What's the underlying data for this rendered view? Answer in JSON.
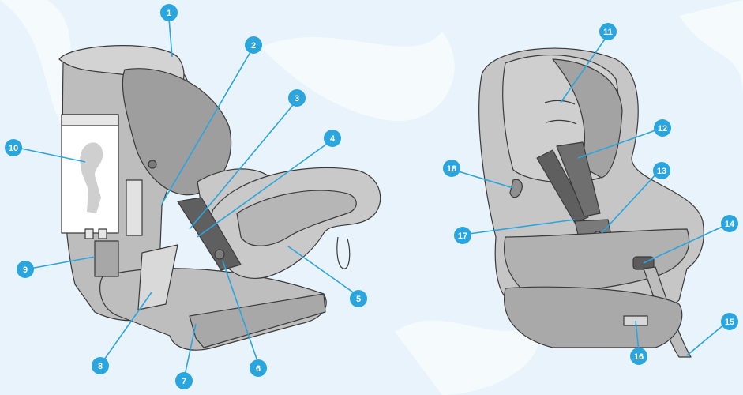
{
  "diagram": {
    "accent_color": "#2aa5dd",
    "background_color": "#e9f3fb",
    "seat_colors": {
      "light": "#d3d3d3",
      "mid": "#bfbfbf",
      "dark": "#9e9e9e",
      "outline": "#3a3a3a"
    },
    "callouts": [
      {
        "number": "1",
        "points_to": "headrest top"
      },
      {
        "number": "2",
        "points_to": "side guide"
      },
      {
        "number": "3",
        "points_to": "belt guide"
      },
      {
        "number": "4",
        "points_to": "belt path"
      },
      {
        "number": "5",
        "points_to": "impact shield"
      },
      {
        "number": "6",
        "points_to": "lock"
      },
      {
        "number": "7",
        "points_to": "base"
      },
      {
        "number": "8",
        "points_to": "side panel"
      },
      {
        "number": "9",
        "points_to": "storage pocket"
      },
      {
        "number": "10",
        "points_to": "instruction label"
      },
      {
        "number": "11",
        "points_to": "headrest"
      },
      {
        "number": "12",
        "points_to": "shoulder pad"
      },
      {
        "number": "13",
        "points_to": "buckle"
      },
      {
        "number": "14",
        "points_to": "harness adjuster"
      },
      {
        "number": "15",
        "points_to": "adjuster strap"
      },
      {
        "number": "16",
        "points_to": "recline handle"
      },
      {
        "number": "17",
        "points_to": "harness"
      },
      {
        "number": "18",
        "points_to": "headrest adjuster"
      }
    ]
  }
}
